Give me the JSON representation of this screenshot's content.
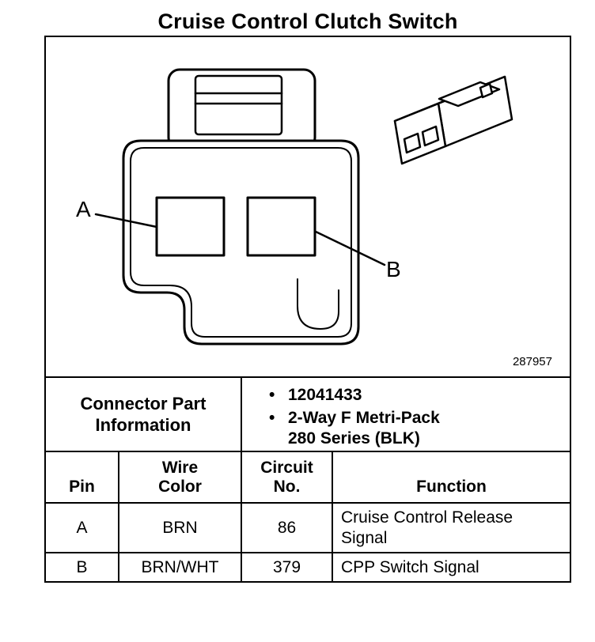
{
  "page": {
    "title": "Cruise Control Clutch Switch"
  },
  "diagram": {
    "pin_a_label": "A",
    "pin_b_label": "B",
    "figure_number": "287957"
  },
  "connector_info": {
    "header": "Connector Part Information",
    "bullet": "•",
    "items": [
      "12041433",
      "2-Way F Metri-Pack 280 Series (BLK)"
    ]
  },
  "pin_table": {
    "headers": {
      "pin": "Pin",
      "wire_color": "Wire\nColor",
      "circuit_no": "Circuit\nNo.",
      "function": "Function"
    },
    "rows": [
      {
        "pin": "A",
        "wire_color": "BRN",
        "circuit_no": "86",
        "function": "Cruise Control Release Signal"
      },
      {
        "pin": "B",
        "wire_color": "BRN/WHT",
        "circuit_no": "379",
        "function": "CPP Switch Signal"
      }
    ]
  }
}
